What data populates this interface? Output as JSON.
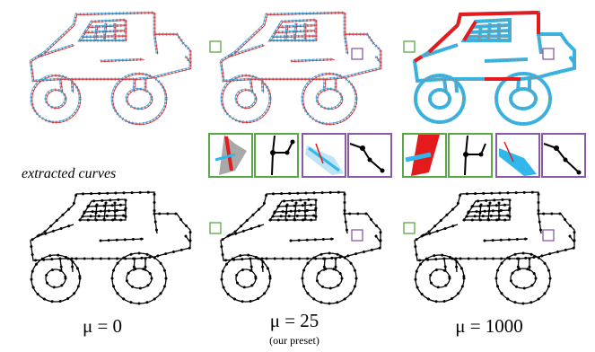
{
  "figure": {
    "side_label": "extracted curves",
    "columns": [
      {
        "mu_label": "μ = 0",
        "sub_label": ""
      },
      {
        "mu_label": "μ = 25",
        "sub_label": "(our preset)"
      },
      {
        "mu_label": "μ = 1000",
        "sub_label": ""
      }
    ]
  },
  "colors": {
    "stroke_grey": "#8a8a8a",
    "field_red": "#e0202a",
    "field_blue": "#3aa6e0",
    "highlight_red": "#e41a1c",
    "highlight_cyan": "#31b7ea",
    "inset_green": "#5aa845",
    "inset_purple": "#8a5aa8",
    "curve_black": "#000000",
    "inset_grey_blob": "#a8a8a8"
  },
  "icons": {
    "insets_mu25": [
      "green-detail-heatmap",
      "green-detail-graph",
      "purple-detail-heatmap",
      "purple-detail-graph"
    ],
    "insets_mu1000": [
      "green-detail-heatmap",
      "green-detail-graph",
      "purple-detail-heatmap",
      "purple-detail-graph"
    ]
  }
}
